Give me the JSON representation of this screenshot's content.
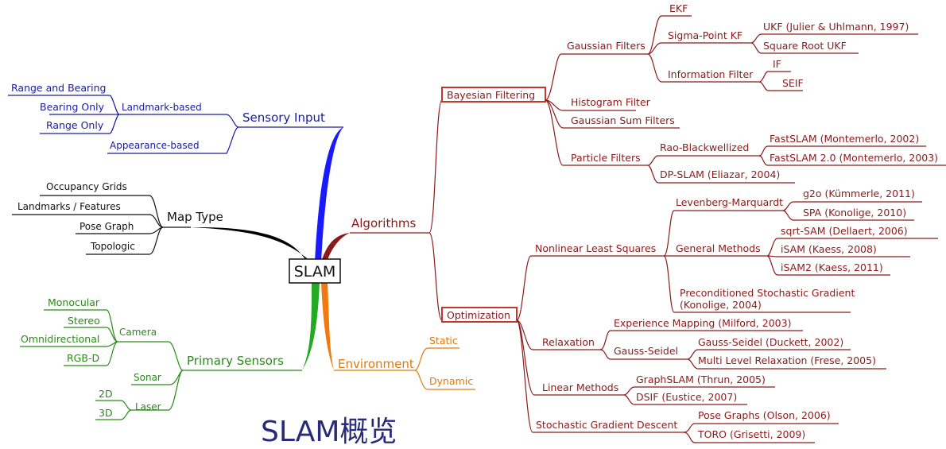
{
  "colors": {
    "algorithms": "#8b1a1a",
    "sensory": "#1a1aa0",
    "sensors": "#2a8a18",
    "environment": "#e07a10",
    "maptype": "#111111",
    "caption": "#2a2a7a"
  },
  "center": "SLAM",
  "caption": "SLAM概览",
  "sensory_input": {
    "title": "Sensory Input",
    "landmark_based": "Landmark-based",
    "appearance_based": "Appearance-based",
    "range_and_bearing": "Range and Bearing",
    "bearing_only": "Bearing Only",
    "range_only": "Range Only"
  },
  "map_type": {
    "title": "Map Type",
    "occupancy_grids": "Occupancy Grids",
    "landmarks_features": "Landmarks / Features",
    "pose_graph": "Pose Graph",
    "topologic": "Topologic"
  },
  "primary_sensors": {
    "title": "Primary Sensors",
    "camera": "Camera",
    "monocular": "Monocular",
    "stereo": "Stereo",
    "omnidirectional": "Omnidirectional",
    "rgbd": "RGB-D",
    "sonar": "Sonar",
    "laser": "Laser",
    "laser_2d": "2D",
    "laser_3d": "3D"
  },
  "environment": {
    "title": "Environment",
    "static": "Static",
    "dynamic": "Dynamic"
  },
  "algorithms": {
    "title": "Algorithms",
    "bayesian": {
      "title": "Bayesian Filtering",
      "gaussian_filters": "Gaussian Filters",
      "ekf": "EKF",
      "sigma_point_kf": "Sigma-Point KF",
      "ukf": "UKF (Julier & Uhlmann, 1997)",
      "square_root_ukf": "Square Root UKF",
      "information_filter": "Information Filter",
      "if": "IF",
      "seif": "SEIF",
      "histogram_filter": "Histogram Filter",
      "gaussian_sum_filters": "Gaussian Sum Filters",
      "particle_filters": "Particle Filters",
      "rao_blackwellized": "Rao-Blackwellized",
      "fastslam": "FastSLAM (Montemerlo, 2002)",
      "fastslam2": "FastSLAM 2.0 (Montemerlo, 2003)",
      "dpslam": "DP-SLAM (Eliazar, 2004)"
    },
    "optimization": {
      "title": "Optimization",
      "nonlinear_ls": "Nonlinear Least Squares",
      "levenberg_marquardt": "Levenberg-Marquardt",
      "g2o": "g2o (Kümmerle, 2011)",
      "spa": "SPA (Konolige, 2010)",
      "general_methods": "General Methods",
      "sqrt_sam": "sqrt-SAM (Dellaert, 2006)",
      "isam": "iSAM (Kaess, 2008)",
      "isam2": "iSAM2 (Kaess, 2011)",
      "precond_sgd_1": "Preconditioned Stochastic Gradient",
      "precond_sgd_2": "(Konolige, 2004)",
      "relaxation": "Relaxation",
      "experience_mapping": "Experience Mapping (Milford, 2003)",
      "gauss_seidel": "Gauss-Seidel",
      "gauss_seidel_duckett": "Gauss-Seidel (Duckett, 2002)",
      "multi_level_relaxation": "Multi Level Relaxation (Frese, 2005)",
      "linear_methods": "Linear Methods",
      "graphslam": "GraphSLAM (Thrun, 2005)",
      "dsif": "DSIF (Eustice, 2007)",
      "sgd": "Stochastic Gradient Descent",
      "pose_graphs": "Pose Graphs (Olson, 2006)",
      "toro": "TORO (Grisetti, 2009)"
    }
  }
}
